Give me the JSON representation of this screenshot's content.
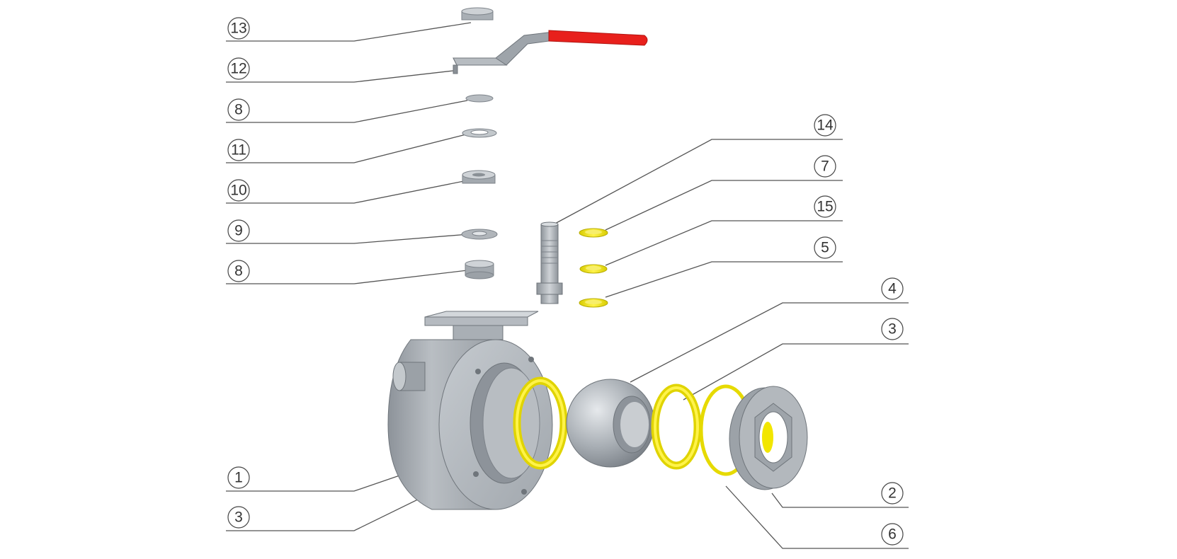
{
  "colors": {
    "background": "#ffffff",
    "metal": "#a9afb5",
    "metal_dark": "#7d838a",
    "metal_light": "#d3d7db",
    "seal_yellow": "#f2e600",
    "handle_red": "#e8201c",
    "leader_line": "#555555",
    "callout_text": "#333333"
  },
  "callouts_left": [
    {
      "num": "13",
      "part": "handle-nut"
    },
    {
      "num": "12",
      "part": "handle"
    },
    {
      "num": "8",
      "part": "washer-upper"
    },
    {
      "num": "11",
      "part": "lock-washer"
    },
    {
      "num": "10",
      "part": "stem-nut"
    },
    {
      "num": "9",
      "part": "belleville-washer"
    },
    {
      "num": "8",
      "part": "gland-bushing"
    },
    {
      "num": "1",
      "part": "body"
    },
    {
      "num": "3",
      "part": "seat-left"
    }
  ],
  "callouts_right": [
    {
      "num": "14",
      "part": "stem"
    },
    {
      "num": "7",
      "part": "stem-packing-upper"
    },
    {
      "num": "15",
      "part": "stem-packing-middle"
    },
    {
      "num": "5",
      "part": "thrust-washer"
    },
    {
      "num": "4",
      "part": "ball"
    },
    {
      "num": "3",
      "part": "seat-right"
    },
    {
      "num": "2",
      "part": "end-cap"
    },
    {
      "num": "6",
      "part": "body-seal"
    }
  ]
}
